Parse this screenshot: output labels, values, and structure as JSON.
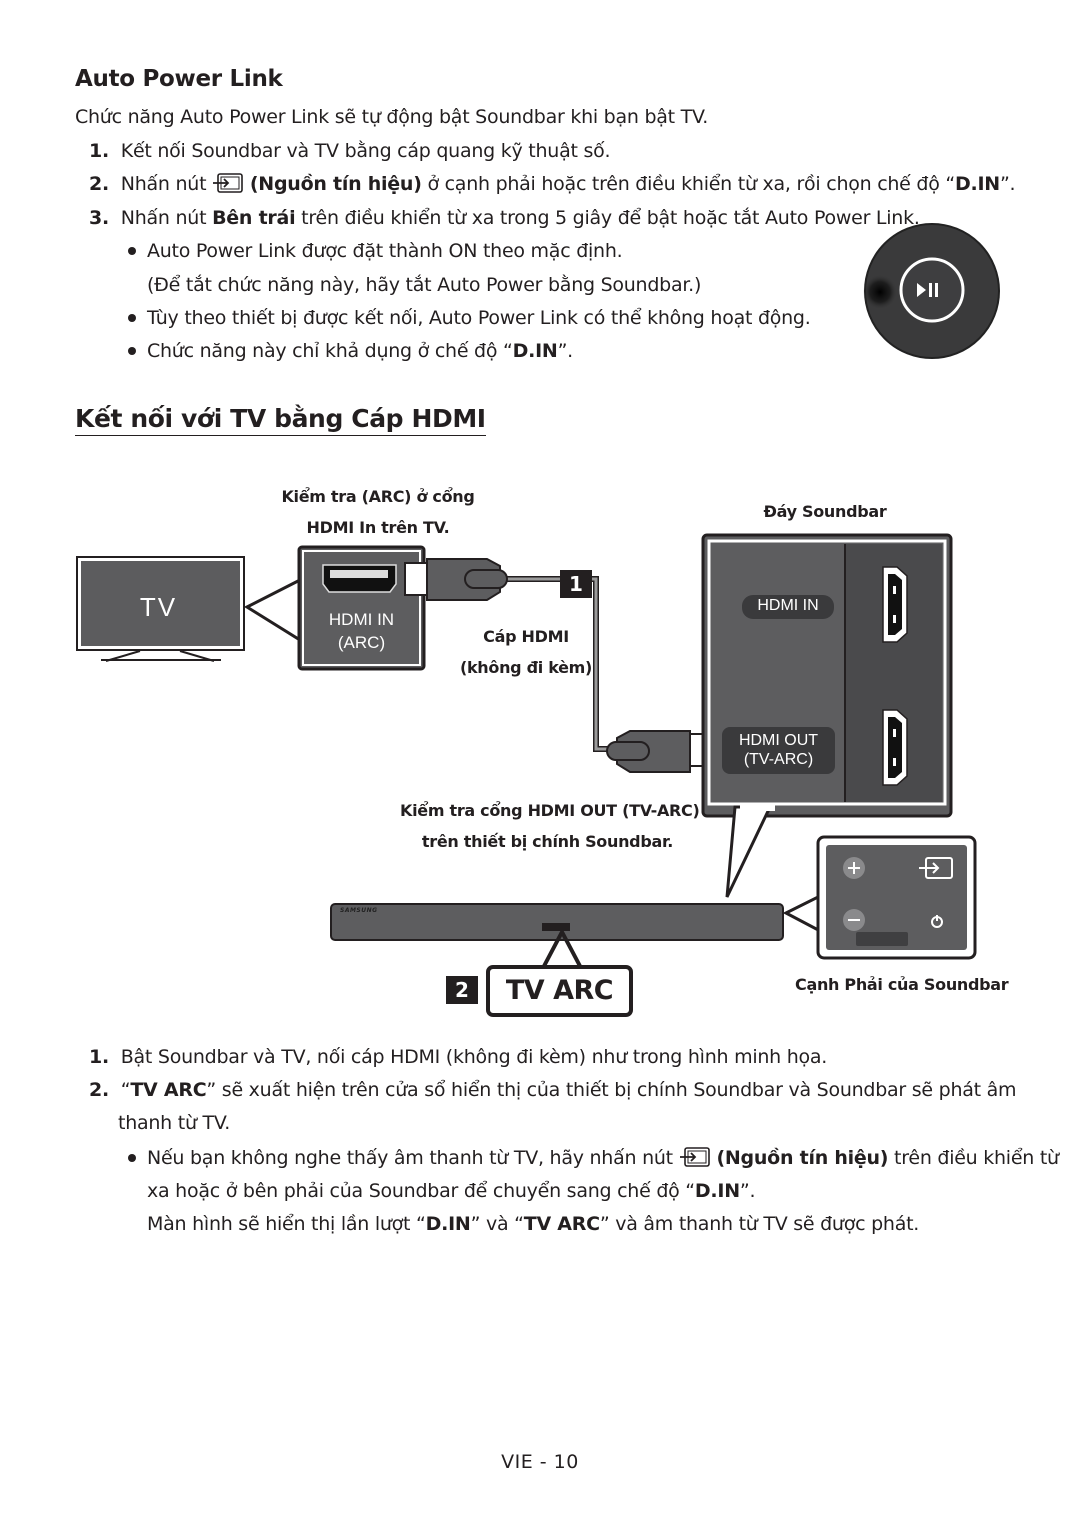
{
  "section1": {
    "title": "Auto Power Link",
    "intro": "Chức năng Auto Power Link sẽ tự động bật Soundbar khi bạn bật TV.",
    "steps": [
      {
        "num": "1.",
        "text": "Kết nối Soundbar và TV bằng cáp quang kỹ thuật số."
      },
      {
        "num": "2.",
        "pre": "Nhấn nút",
        "bold": "(Nguồn tín hiệu)",
        "post": "ở cạnh phải hoặc trên điều khiển từ xa, rồi chọn chế độ “",
        "mode": "D.IN",
        "end": "”."
      },
      {
        "num": "3.",
        "pre": "Nhấn nút",
        "bold": "Bên trái",
        "post": "trên điều khiển từ xa trong 5 giây để bật hoặc tắt Auto Power Link."
      }
    ],
    "bullets": [
      "Auto Power Link được đặt thành ON theo mặc định.",
      "(Để tắt chức năng này, hãy tắt Auto Power bằng Soundbar.)",
      "Tùy theo thiết bị được kết nối, Auto Power Link có thể không hoạt động."
    ],
    "bullet4_pre": "Chức năng này chỉ khả dụng ở chế độ “",
    "bullet4_mode": "D.IN",
    "bullet4_end": "”."
  },
  "section2": {
    "title": "Kết nối với TV bằng Cáp HDMI"
  },
  "diagram": {
    "tv_label": "TV",
    "tv_port_line1": "HDMI IN",
    "tv_port_line2": "(ARC)",
    "check_tv_line1": "Kiểm tra (ARC) ở cổng",
    "check_tv_line2": "HDMI In trên TV.",
    "cable_line1": "Cáp HDMI",
    "cable_line2": "(không đi kèm)",
    "marker1": "1",
    "marker2": "2",
    "bottom_label": "Đáy Soundbar",
    "port_hdmi_in": "HDMI IN",
    "port_hdmi_out_line1": "HDMI OUT",
    "port_hdmi_out_line2": "(TV-ARC)",
    "check_sb_line1": "Kiểm tra cổng HDMI OUT (TV-ARC)",
    "check_sb_line2": "trên thiết bị chính Soundbar.",
    "display_text": "TV ARC",
    "right_side_label": "Cạnh Phải của Soundbar",
    "brand": "SAMSUNG"
  },
  "steps2": [
    {
      "num": "1.",
      "text": "Bật Soundbar và TV, nối cáp HDMI (không đi kèm) như trong hình minh họa."
    },
    {
      "num": "2.",
      "q1": "“",
      "bold": "TV ARC",
      "text": "” sẽ xuất hiện trên cửa sổ hiển thị của thiết bị chính Soundbar và Soundbar sẽ phát âm",
      "cont": "thanh từ TV."
    }
  ],
  "note": {
    "pre": "Nếu bạn không nghe thấy âm thanh từ TV, hãy nhấn nút",
    "bold": "(Nguồn tín hiệu)",
    "post": "trên điều khiển từ",
    "line2_pre": "xa hoặc ở bên phải của Soundbar để chuyển sang chế độ “",
    "line2_mode": "D.IN",
    "line2_end": "”.",
    "line3_pre": "Màn hình sẽ hiển thị lần lượt “",
    "line3_m1": "D.IN",
    "line3_mid": "” và “",
    "line3_m2": "TV ARC",
    "line3_end": "” và âm thanh từ TV sẽ được phát."
  },
  "footer": "VIE - 10"
}
